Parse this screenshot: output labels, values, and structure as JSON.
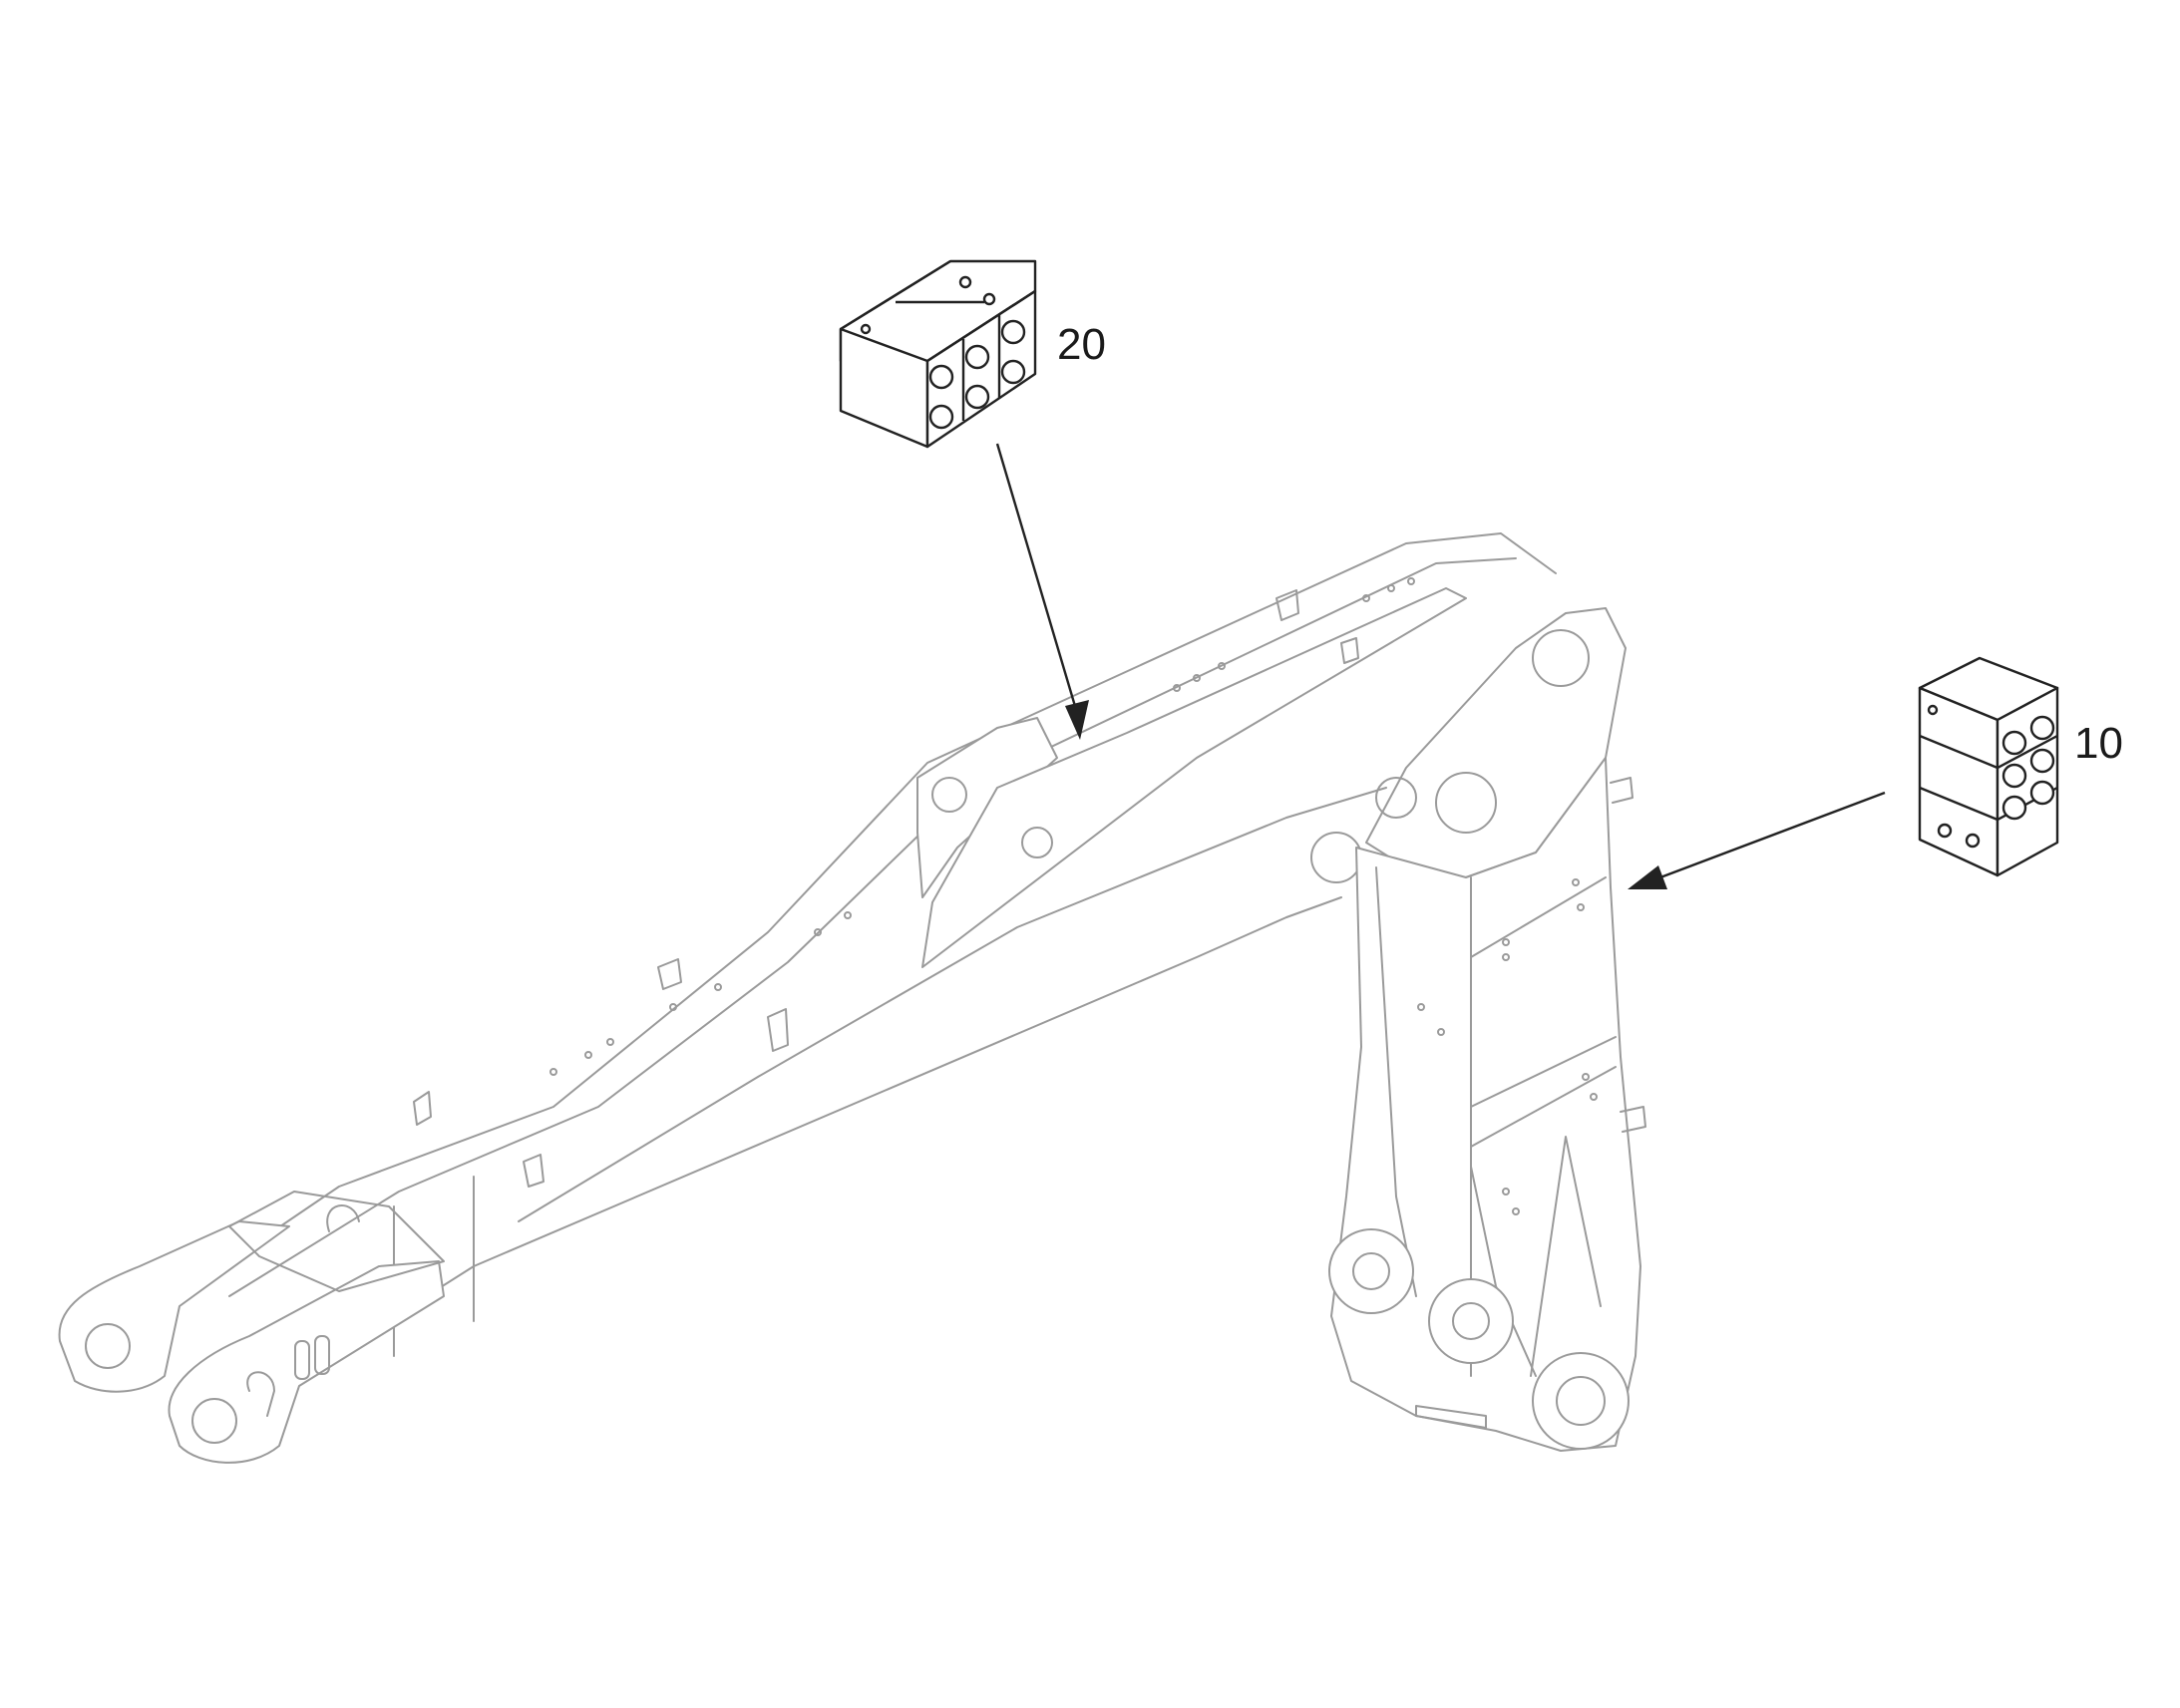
{
  "callouts": [
    {
      "id": "block-20",
      "label": "20"
    },
    {
      "id": "block-10",
      "label": "10"
    }
  ],
  "colors": {
    "background": "#ffffff",
    "callout_ink": "#222222",
    "boom_outline": "#9a9a9a"
  }
}
